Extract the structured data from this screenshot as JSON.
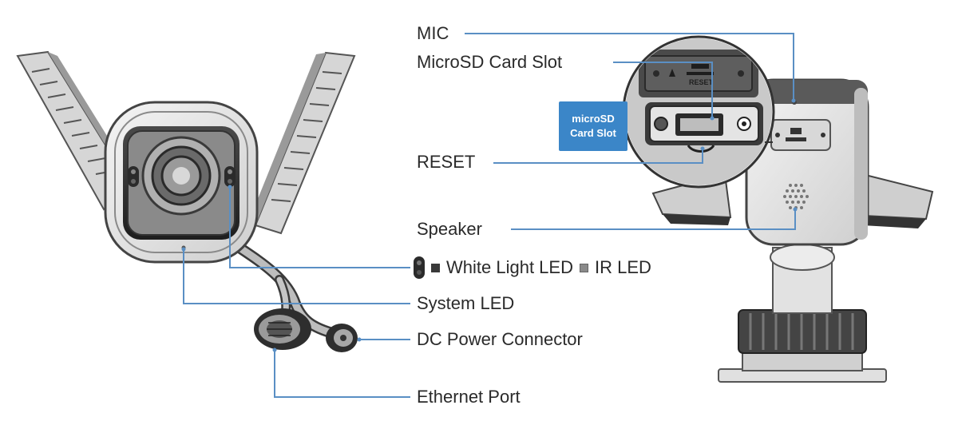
{
  "labels": {
    "mic": "MIC",
    "microsd_slot": "MicroSD Card Slot",
    "reset": "RESET",
    "speaker": "Speaker",
    "white_light_led": "White Light LED",
    "ir_led": "IR LED",
    "system_led": "System LED",
    "dc_power": "DC Power Connector",
    "ethernet": "Ethernet Port"
  },
  "sd_badge": {
    "line1": "microSD",
    "line2": "Card Slot"
  },
  "inset": {
    "reset_text": "RESET"
  },
  "colors": {
    "leader_line": "#5a8fc4",
    "camera_body": "#e8e8e8",
    "camera_dark": "#3a3a3a",
    "badge": "#3b86c8"
  }
}
